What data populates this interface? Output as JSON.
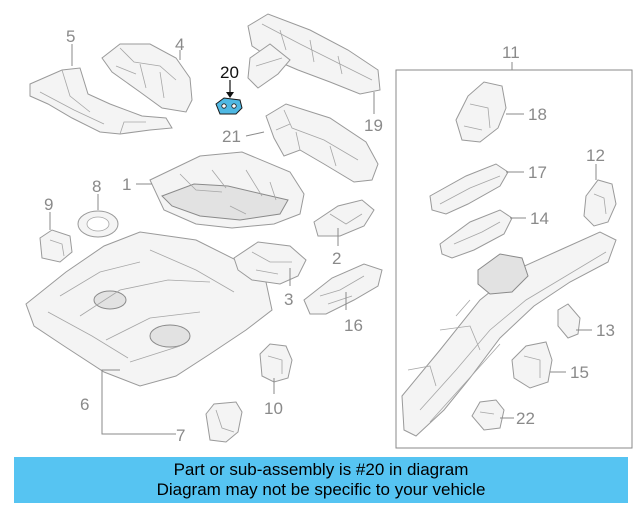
{
  "callouts": {
    "c1": "1",
    "c2": "2",
    "c3": "3",
    "c4": "4",
    "c5": "5",
    "c6": "6",
    "c7": "7",
    "c8": "8",
    "c9": "9",
    "c10": "10",
    "c11": "11",
    "c12": "12",
    "c13": "13",
    "c14": "14",
    "c15": "15",
    "c16": "16",
    "c17": "17",
    "c18": "18",
    "c19": "19",
    "c20": "20",
    "c21": "21",
    "c22": "22"
  },
  "highlighted_part": "20",
  "colors": {
    "banner": "#56c4f2",
    "highlight_part": "#4fb8e3",
    "line": "#8a8a8a"
  },
  "banner": {
    "line1": "Part or sub-assembly is #20 in diagram",
    "line2": "Diagram may not be specific to your vehicle"
  }
}
